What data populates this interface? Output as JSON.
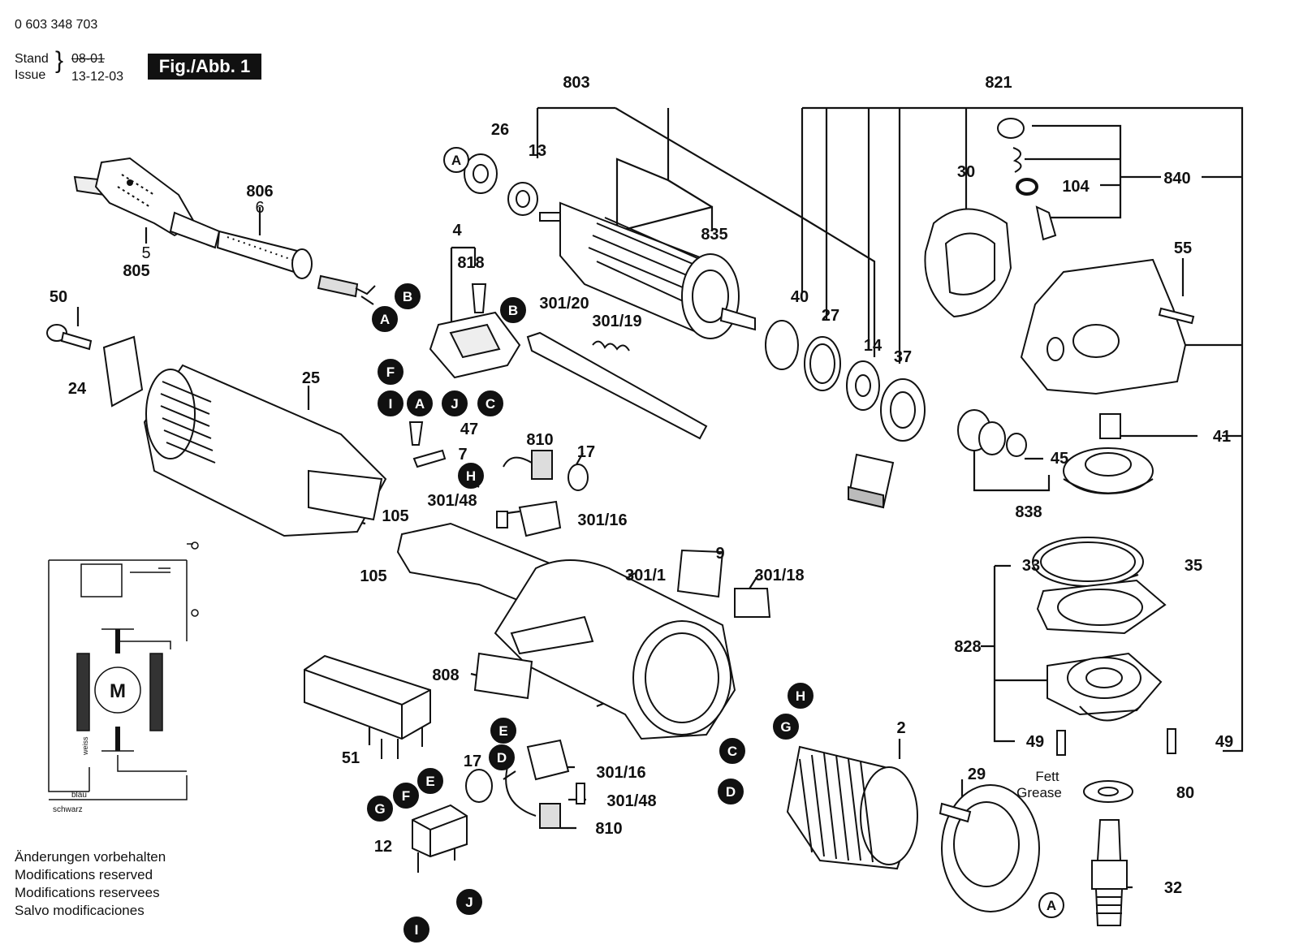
{
  "header": {
    "part_number": "0 603 348 703",
    "stand_label": "Stand",
    "issue_label": "Issue",
    "stand_value": "08-01",
    "issue_value": "13-12-03",
    "figure": "Fig./Abb. 1"
  },
  "footer": {
    "lines": [
      "Änderungen vorbehalten",
      "Modifications reserved",
      "Modifications reservees",
      "Salvo modificaciones"
    ]
  },
  "labels": {
    "p803": "803",
    "p821": "821",
    "p26": "26",
    "p13": "13",
    "p30": "30",
    "p104": "104",
    "p840": "840",
    "p806": "806",
    "p6": "6",
    "p5": "5",
    "p805": "805",
    "p835": "835",
    "p55": "55",
    "p4": "4",
    "p818": "818",
    "p301_20": "301/20",
    "p301_19": "301/19",
    "p50": "50",
    "p40": "40",
    "p27": "27",
    "p14": "14",
    "p37": "37",
    "p24": "24",
    "p25": "25",
    "p47": "47",
    "p7": "7",
    "p810a": "810",
    "p17a": "17",
    "p41": "41",
    "p45": "45",
    "p301_48a": "301/48",
    "p301_16a": "301/16",
    "p105a": "105",
    "p105b": "105",
    "p838": "838",
    "p33": "33",
    "p35": "35",
    "p9": "9",
    "p301_1": "301/1",
    "p301_18": "301/18",
    "p828": "828",
    "p808": "808",
    "p49a": "49",
    "p49b": "49",
    "p51": "51",
    "p2": "2",
    "p17b": "17",
    "p301_16b": "301/16",
    "p301_48b": "301/48",
    "p810b": "810",
    "p29": "29",
    "p80": "80",
    "p12": "12",
    "p32": "32",
    "fett": "Fett",
    "grease": "Grease"
  },
  "markers": {
    "A1": "A",
    "A2": "A",
    "A3": "A",
    "A4": "A",
    "B1": "B",
    "B2": "B",
    "C1": "C",
    "C2": "C",
    "D1": "D",
    "D2": "D",
    "E1": "E",
    "E2": "E",
    "F1": "F",
    "F2": "F",
    "G1": "G",
    "G2": "G",
    "H1": "H",
    "H2": "H",
    "I1": "I",
    "I2": "I",
    "J1": "J",
    "J2": "J"
  },
  "schematic": {
    "motor": "M",
    "wire_weiss": "weiss",
    "wire_blau": "blau",
    "wire_schwarz": "schwarz"
  }
}
